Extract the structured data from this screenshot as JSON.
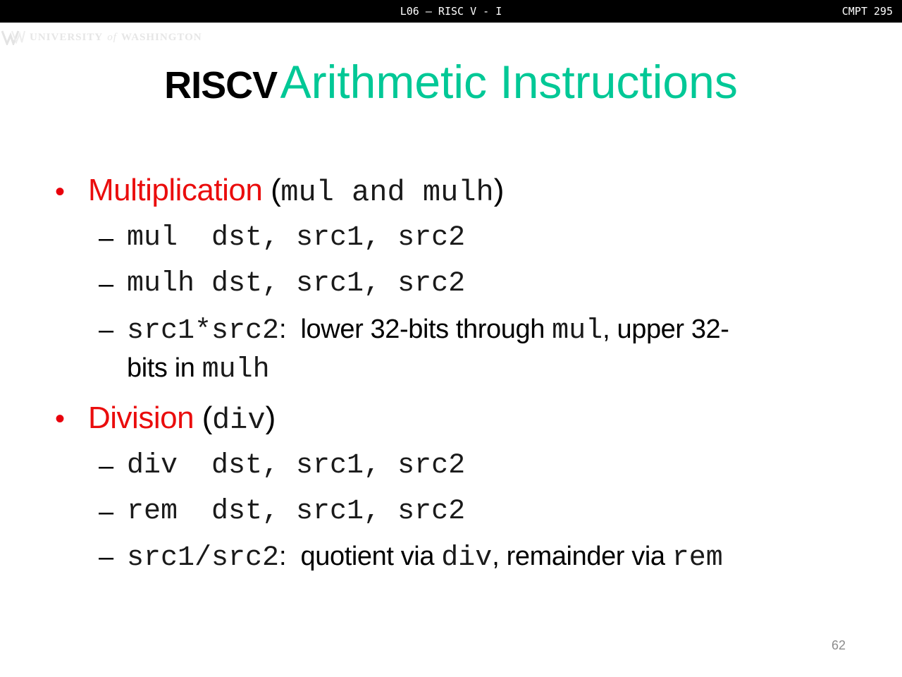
{
  "header": {
    "lecture": "L06 – RISC V - I",
    "course": "CMPT 295"
  },
  "logo": {
    "university": "UNIVERSITY",
    "of": "of",
    "place": "WASHINGTON"
  },
  "title": {
    "prefix": "RISCV",
    "main": "Arithmetic Instructions"
  },
  "bullets": {
    "mult": {
      "label": "Multiplication",
      "open": " (",
      "code": "mul and mulh",
      "close": ")",
      "items": [
        {
          "dash": "–",
          "code": "mul  dst, src1, src2"
        },
        {
          "dash": "–",
          "code": "mulh dst, src1, src2"
        }
      ],
      "note": {
        "dash": "–",
        "code1": "src1*src2",
        "text1": ":  lower 32-bits through ",
        "code2": "mul",
        "text2": ", upper 32-",
        "text3": "bits in ",
        "code3": "mulh"
      }
    },
    "div": {
      "label": "Division",
      "open": " (",
      "code": "div",
      "close": ")",
      "items": [
        {
          "dash": "–",
          "code": "div  dst, src1, src2"
        },
        {
          "dash": "–",
          "code": "rem  dst, src1, src2"
        }
      ],
      "note": {
        "dash": "–",
        "code1": "src1/src2",
        "text1": ":  quotient via ",
        "code2": "div",
        "text2": ", remainder via ",
        "code3": "rem"
      }
    }
  },
  "page_number": "62",
  "colors": {
    "title_accent": "#00c896",
    "bullet_red": "#ea0d0d",
    "header_bg": "#000000"
  }
}
